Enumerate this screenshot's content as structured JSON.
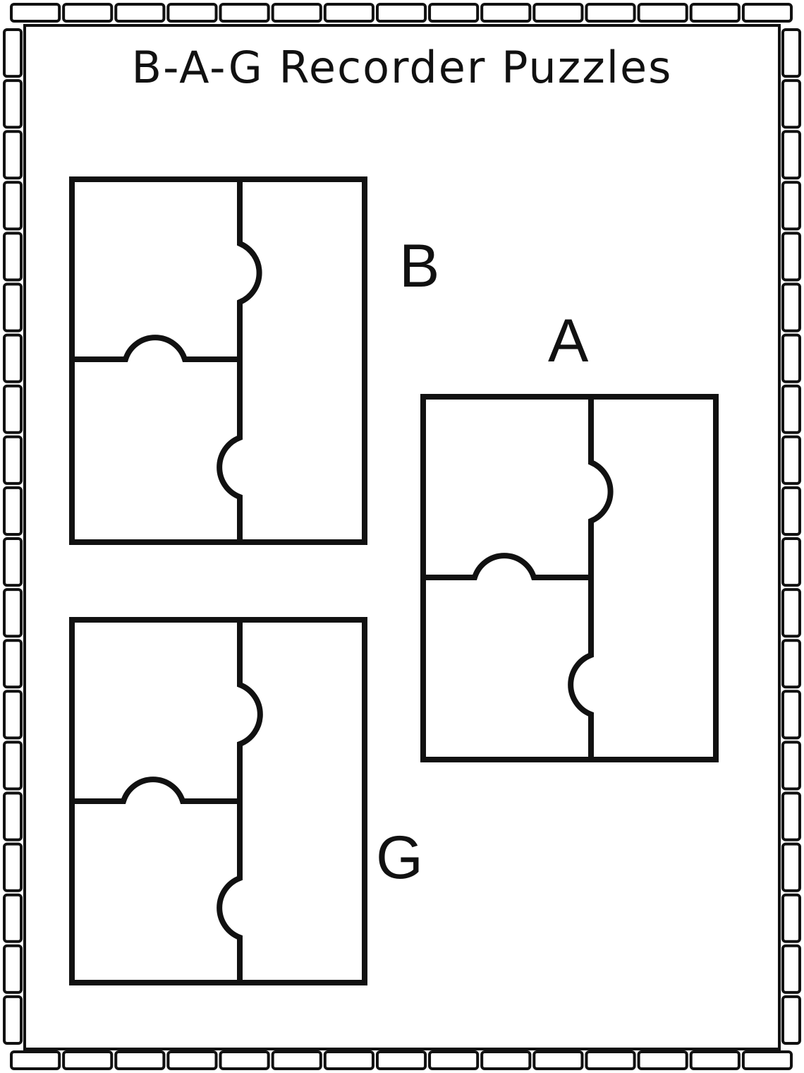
{
  "worksheet": {
    "title": "B-A-G Recorder Puzzles",
    "puzzles": [
      {
        "note": "B"
      },
      {
        "note": "A"
      },
      {
        "note": "G"
      }
    ],
    "colors": {
      "ink": "#111111",
      "paper": "#ffffff"
    }
  }
}
